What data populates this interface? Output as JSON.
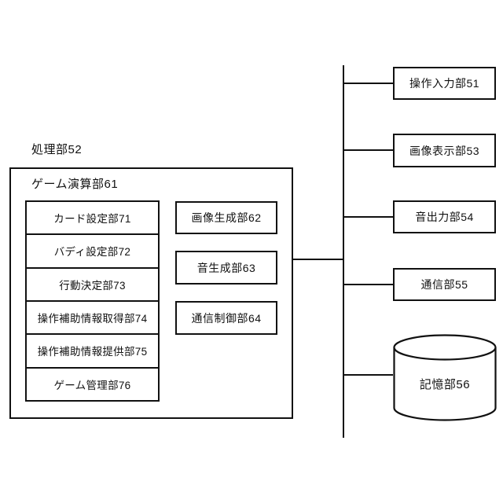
{
  "diagram": {
    "processing_unit_label": "処理部52",
    "game_calc_unit_label": "ゲーム演算部61",
    "left_column": [
      "カード設定部71",
      "バディ設定部72",
      "行動決定部73",
      "操作補助情報取得部74",
      "操作補助情報提供部75",
      "ゲーム管理部76"
    ],
    "middle_column": [
      "画像生成部62",
      "音生成部63",
      "通信制御部64"
    ],
    "right_column": [
      "操作入力部51",
      "画像表示部53",
      "音出力部54",
      "通信部55"
    ],
    "storage_label": "記憶部56",
    "colors": {
      "line": "#111111",
      "background": "#ffffff"
    }
  }
}
